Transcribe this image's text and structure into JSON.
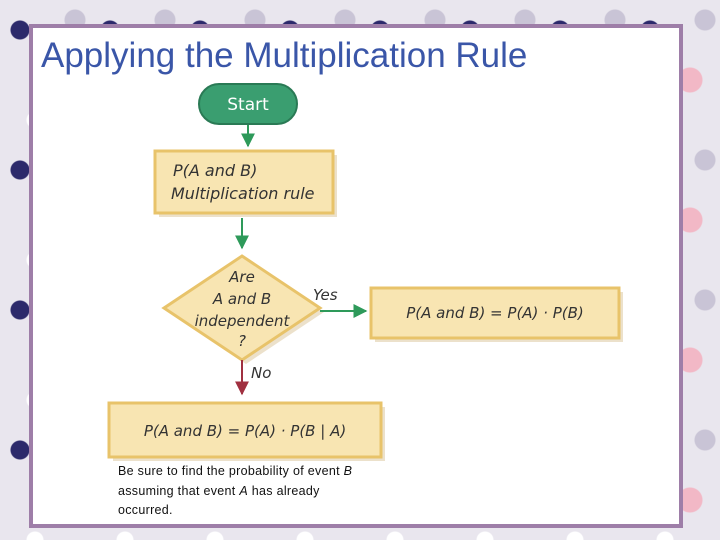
{
  "title": "Applying the Multiplication Rule",
  "flowchart": {
    "start_label": "Start",
    "box1_line1": "P(A and B)",
    "box1_line2": "Multiplication rule",
    "decision_lines": [
      "Are",
      "A and B",
      "independent",
      "?"
    ],
    "yes_label": "Yes",
    "no_label": "No",
    "independent_formula": "P(A and B) = P(A) · P(B)",
    "dependent_formula": "P(A and B) = P(A) · P(B | A)"
  },
  "note": {
    "part1": "Be sure to find the probability of event ",
    "event_b": "B",
    "part2": " assuming that event ",
    "event_a": "A",
    "part3": " has already occurred."
  },
  "colors": {
    "start_fill": "#3a9e70",
    "box_fill": "#f8e5b2",
    "box_border": "#e8c36a",
    "arrow_green": "#2e9a5a",
    "arrow_red": "#a03040",
    "frame_border": "#9e7ea8",
    "title_color": "#3a56a8"
  }
}
